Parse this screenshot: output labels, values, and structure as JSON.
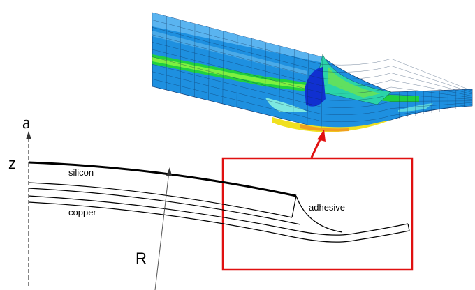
{
  "labels": {
    "panel_label": "a",
    "z_axis": "z",
    "silicon": "silicon",
    "copper": "copper",
    "adhesive": "adhesive",
    "radius": "R"
  },
  "colors": {
    "fem_blue": "#1e90e0",
    "fem_light_blue": "#5ab4f0",
    "fem_cyan": "#2ad4d0",
    "fem_green": "#20e040",
    "fem_yellow": "#f0f020",
    "fem_orange": "#f0a020",
    "fem_dark_blue": "#1030d0",
    "highlight_box": "#e01010",
    "line": "#000000"
  }
}
